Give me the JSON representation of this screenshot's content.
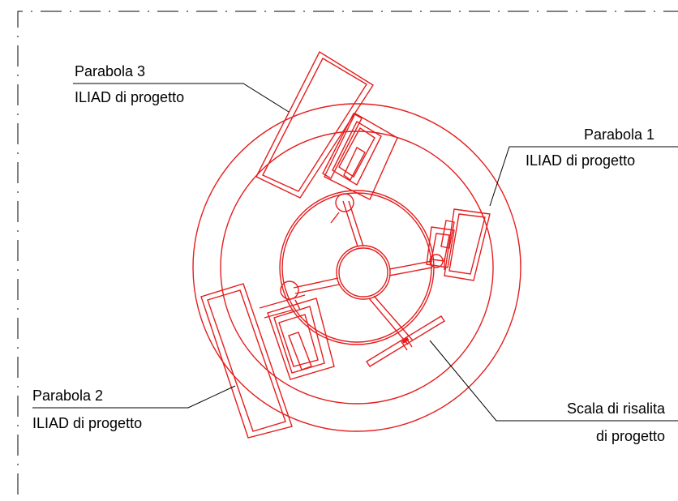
{
  "labels": {
    "parabola1_title": "Parabola 1",
    "parabola1_sub": "ILIAD di progetto",
    "parabola2_title": "Parabola 2",
    "parabola2_sub": "ILIAD di progetto",
    "parabola3_title": "Parabola 3",
    "parabola3_sub": "ILIAD di progetto",
    "ladder_title": "Scala di risalita",
    "ladder_sub": "di progetto"
  },
  "colors": {
    "drawing": "#e41e1e",
    "leader": "#000000",
    "background": "#ffffff"
  }
}
